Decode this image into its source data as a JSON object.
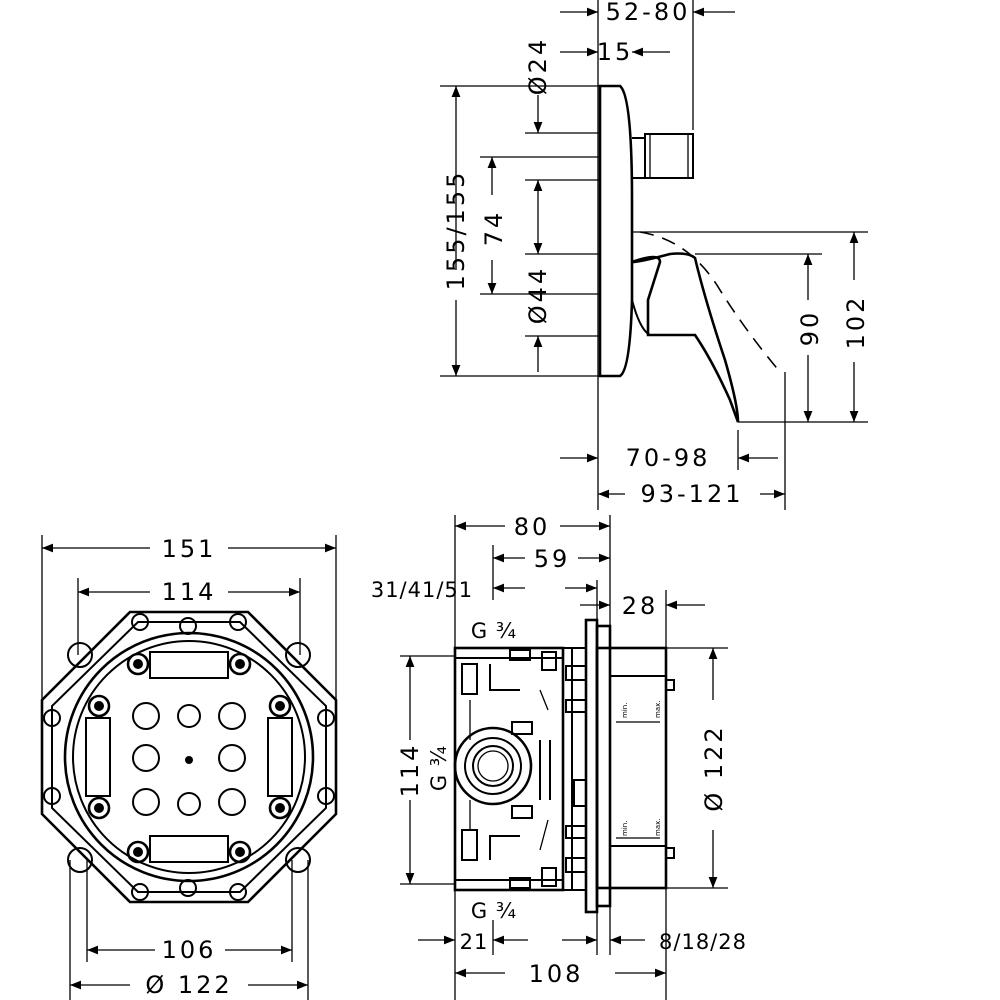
{
  "drawing": {
    "valve_profile": {
      "dim_projection": "52-80",
      "dim_15": "15",
      "dim_d24": "Ø24",
      "dim_155": "155/155",
      "dim_74": "74",
      "dim_d44": "Ø44",
      "dim_90": "90",
      "dim_102": "102",
      "dim_70_98": "70-98",
      "dim_93_121": "93-121"
    },
    "body_front": {
      "dim_151": "151",
      "dim_114": "114",
      "dim_106": "106",
      "dim_d122": "Ø 122"
    },
    "body_side": {
      "dim_80": "80",
      "dim_59": "59",
      "dim_31_41_51": "31/41/51",
      "dim_28": "28",
      "thread_top": "G ¾",
      "thread_mid": "G ¾",
      "thread_bottom": "G ¾",
      "dim_114": "114",
      "dim_d122": "Ø 122",
      "dim_21": "21",
      "dim_8_18_28": "8/18/28",
      "dim_108": "108",
      "scale_min_1": "min.",
      "scale_max_1": "max.",
      "scale_min_2": "min.",
      "scale_max_2": "max."
    }
  }
}
